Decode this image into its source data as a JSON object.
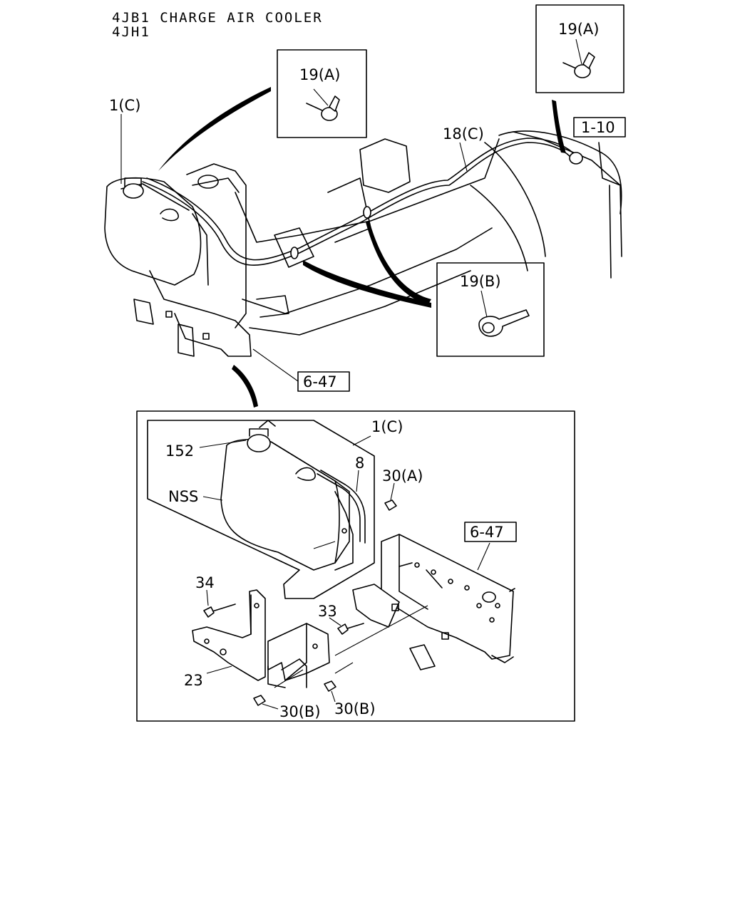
{
  "title": {
    "line1": "4JB1 CHARGE AIR COOLER",
    "line2": "4JH1"
  },
  "callouts": {
    "top_left_inset": "19(A)",
    "top_right_inset": "19(A)",
    "right_mid_inset": "19(B)",
    "tank_upper": "1(C)",
    "hose_upper": "18(C)",
    "ref_upper_radiator": "1-10",
    "ref_upper_bracket": "6-47",
    "tank_detail": "1(C)",
    "cap": "152",
    "tank_body": "NSS",
    "hose_detail": "8",
    "nut_a": "30(A)",
    "ref_detail_bracket": "6-47",
    "bolt_34": "34",
    "bolt_33": "33",
    "bracket_23": "23",
    "nut_b_left": "30(B)",
    "nut_b_right": "30(B)"
  }
}
